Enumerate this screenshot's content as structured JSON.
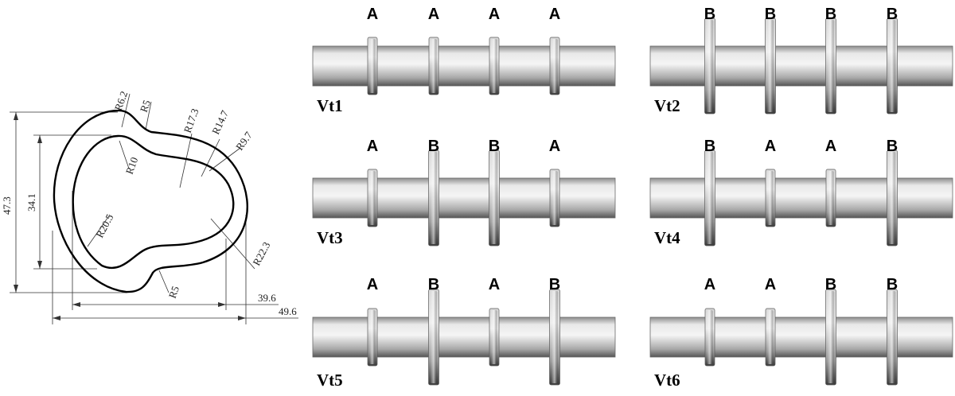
{
  "profile": {
    "dimensions": {
      "r6_2": "R6.2",
      "r5_top": "R5",
      "r17_3": "R17.3",
      "r14_7": "R14.7",
      "r9_7": "R9.7",
      "r10": "R10",
      "r20_5": "R20.5",
      "r22_3": "R22.3",
      "r5_bottom": "R5",
      "h47_3": "47.3",
      "h34_1": "34.1",
      "w39_6": "39.6",
      "w49_6": "49.6"
    }
  },
  "shafts": [
    {
      "name": "Vt1",
      "discs": [
        "A",
        "A",
        "A",
        "A"
      ]
    },
    {
      "name": "Vt2",
      "discs": [
        "B",
        "B",
        "B",
        "B"
      ]
    },
    {
      "name": "Vt3",
      "discs": [
        "A",
        "B",
        "B",
        "A"
      ]
    },
    {
      "name": "Vt4",
      "discs": [
        "B",
        "A",
        "A",
        "B"
      ]
    },
    {
      "name": "Vt5",
      "discs": [
        "A",
        "B",
        "A",
        "B"
      ]
    },
    {
      "name": "Vt6",
      "discs": [
        "A",
        "A",
        "B",
        "B"
      ]
    }
  ],
  "colors": {
    "shaft_light": "#f2f2f2",
    "shaft_mid": "#c4c4c4",
    "shaft_dark": "#5a5a5a",
    "outline": "#000000"
  }
}
